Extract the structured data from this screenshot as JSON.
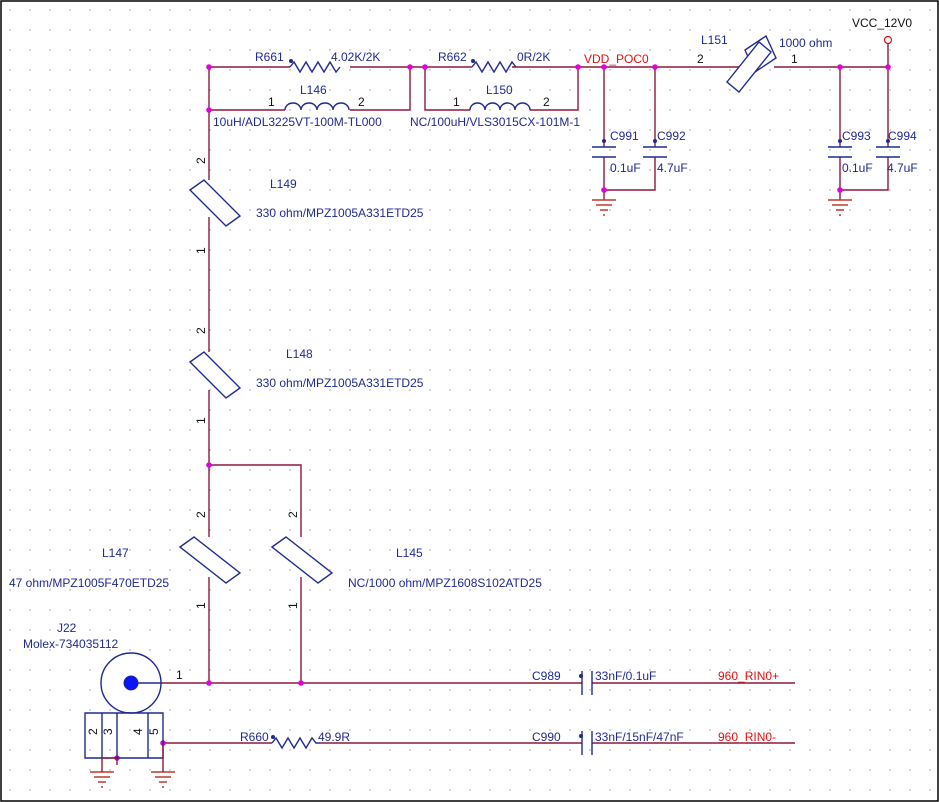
{
  "components": {
    "R661": {
      "ref": "R661",
      "value": "4.02K/2K"
    },
    "R662": {
      "ref": "R662",
      "value": "0R/2K"
    },
    "L146": {
      "ref": "L146",
      "value": "10uH/ADL3225VT-100M-TL000",
      "pin1": "1",
      "pin2": "2"
    },
    "L150": {
      "ref": "L150",
      "value": "NC/100uH/VLS3015CX-101M-1",
      "pin1": "1",
      "pin2": "2"
    },
    "L151": {
      "ref": "L151",
      "value": "1000 ohm",
      "pin1": "1",
      "pin2": "2"
    },
    "L149": {
      "ref": "L149",
      "value": "330 ohm/MPZ1005A331ETD25",
      "pin1": "1",
      "pin2": "2"
    },
    "L148": {
      "ref": "L148",
      "value": "330 ohm/MPZ1005A331ETD25",
      "pin1": "1",
      "pin2": "2"
    },
    "L147": {
      "ref": "L147",
      "value": "47 ohm/MPZ1005F470ETD25",
      "pin1": "1",
      "pin2": "2"
    },
    "L145": {
      "ref": "L145",
      "value": "NC/1000 ohm/MPZ1608S102ATD25",
      "pin1": "1",
      "pin2": "2"
    },
    "C991": {
      "ref": "C991",
      "value": "0.1uF"
    },
    "C992": {
      "ref": "C992",
      "value": "4.7uF"
    },
    "C993": {
      "ref": "C993",
      "value": "0.1uF"
    },
    "C994": {
      "ref": "C994",
      "value": "4.7uF"
    },
    "C989": {
      "ref": "C989",
      "value": "33nF/0.1uF"
    },
    "C990": {
      "ref": "C990",
      "value": "33nF/15nF/47nF"
    },
    "R660": {
      "ref": "R660",
      "value": "49.9R"
    },
    "J22": {
      "ref": "J22",
      "value": "Molex-734035112",
      "pin1": "1",
      "pin2": "2",
      "pin3": "3",
      "pin4": "4",
      "pin5": "5"
    }
  },
  "nets": {
    "vdd_poc0": "VDD_POC0",
    "vcc_12v0": "VCC_12V0",
    "rin_plus": "960_RIN0+",
    "rin_minus": "960_RIN0-"
  },
  "colors": {
    "wire": "#8b1a3a",
    "component": "#1f2a8f",
    "net_label": "#e01010",
    "junction": "#e000e0"
  }
}
